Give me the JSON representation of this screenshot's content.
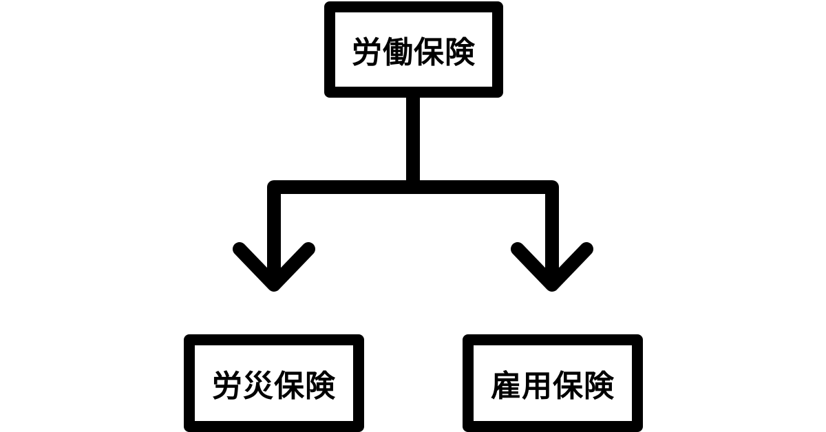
{
  "diagram": {
    "root": {
      "label": "労働保険"
    },
    "children": [
      {
        "label": "労災保険"
      },
      {
        "label": "雇用保険"
      }
    ]
  },
  "colors": {
    "line": "#000000",
    "background": "#ffffff",
    "text": "#000000"
  }
}
